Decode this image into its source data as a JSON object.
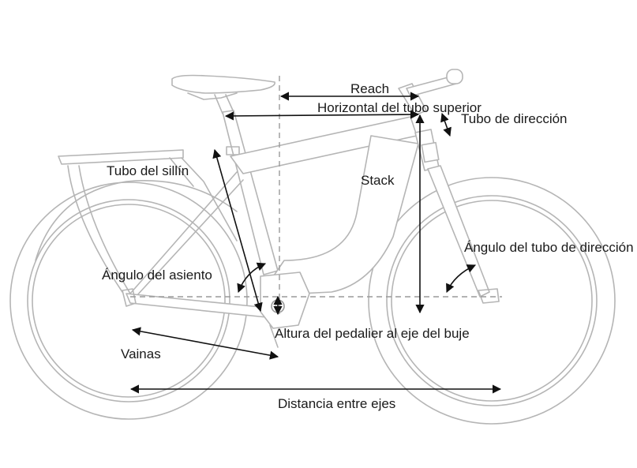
{
  "labels": {
    "reach": "Reach",
    "top_tube": "Horizontal del tubo superior",
    "head_tube": "Tubo de dirección",
    "seat_tube": "Tubo del sillín",
    "stack": "Stack",
    "head_angle": "Ángulo del tubo de dirección",
    "seat_angle": "Ángulo del asiento",
    "bb_drop": "Altura del pedalier al eje del buje",
    "chainstays": "Vainas",
    "wheelbase": "Distancia entre ejes"
  }
}
